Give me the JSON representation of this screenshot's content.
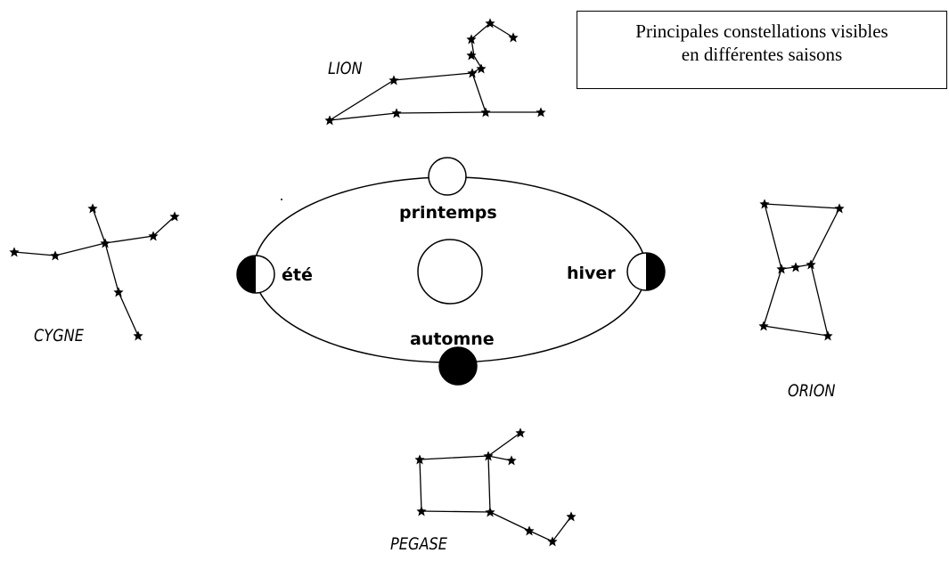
{
  "title": {
    "line1": "Principales constellations visibles",
    "line2": "en différentes saisons"
  },
  "constellations": {
    "lion": "LION",
    "cygne": "CYGNE",
    "orion": "ORION",
    "pegase": "PEGASE"
  },
  "seasons": {
    "printemps": "printemps",
    "ete": "été",
    "hiver": "hiver",
    "automne": "automne"
  }
}
